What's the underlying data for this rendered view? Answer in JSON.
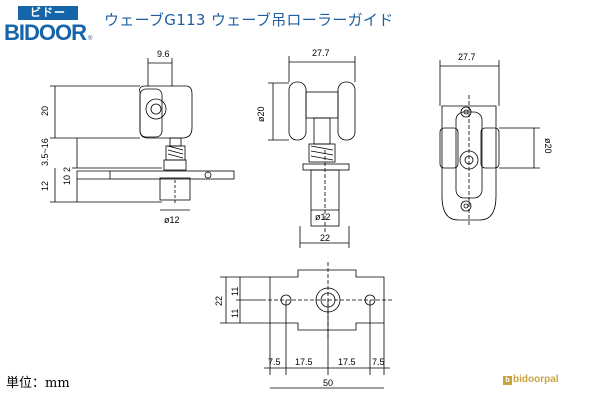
{
  "logo": {
    "kana": "ビドー",
    "brand": "BIDOOR",
    "mark": "®"
  },
  "title": "ウェーブG113 ウェーブ吊ローラーガイド",
  "unit_label": "単位：mm",
  "footer_brand": "bidoorpal",
  "dims": {
    "side_width": "9.6",
    "side_height": "20",
    "side_stem": "3.5~16",
    "side_plate": "12",
    "side_plate_a": "10",
    "side_plate_b": "2",
    "side_dia": "ø12",
    "front_width": "27.7",
    "front_dia_roller": "ø20",
    "front_dia": "ø12",
    "front_width_bottom": "22",
    "top_width": "27.7",
    "top_dia_roller": "ø20",
    "plate_height": "22",
    "plate_h1": "11",
    "plate_h2": "11",
    "plate_seg1": "7.5",
    "plate_seg2": "17.5",
    "plate_seg3": "17.5",
    "plate_seg4": "7.5",
    "plate_width": "50"
  },
  "colors": {
    "logo_blue": "#1565a8",
    "title_blue": "#1f5fa0",
    "brand_gold": "#c8a23c"
  }
}
